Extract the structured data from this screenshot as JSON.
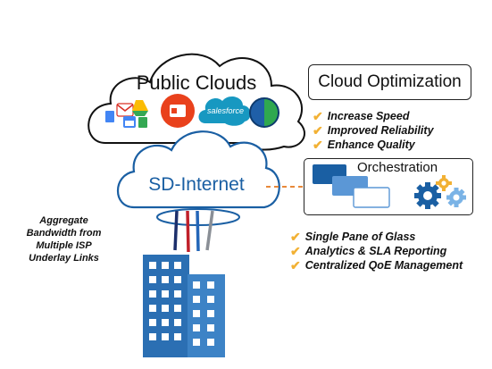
{
  "public_clouds": {
    "title": "Public Clouds",
    "salesforce_label": "salesforce"
  },
  "sd_internet": {
    "title": "SD-Internet"
  },
  "cloud_optimization": {
    "title": "Cloud Optimization",
    "items": [
      "Increase Speed",
      "Improved Reliability",
      "Enhance Quality"
    ]
  },
  "orchestration": {
    "title": "Orchestration",
    "items": [
      "Single Pane of Glass",
      "Analytics & SLA Reporting",
      "Centralized QoE Management"
    ]
  },
  "aggregate_text": [
    "Aggregate",
    "Bandwidth from",
    "Multiple ISP",
    "Underlay Links"
  ],
  "colors": {
    "sd_blue": "#1a5fa3",
    "check_orange": "#f2b134",
    "dash_orange": "#e8893a",
    "building_blue": "#2b6fb3",
    "link_red": "#c0202a",
    "link_blue": "#2466b8",
    "link_gray": "#8a8f96"
  },
  "icons": [
    "gmail-icon",
    "google-drive-icon",
    "google-calendar-icon",
    "office365-icon",
    "salesforce-icon",
    "circle-app-icon",
    "gear-icon",
    "check-icon",
    "building-icon"
  ]
}
